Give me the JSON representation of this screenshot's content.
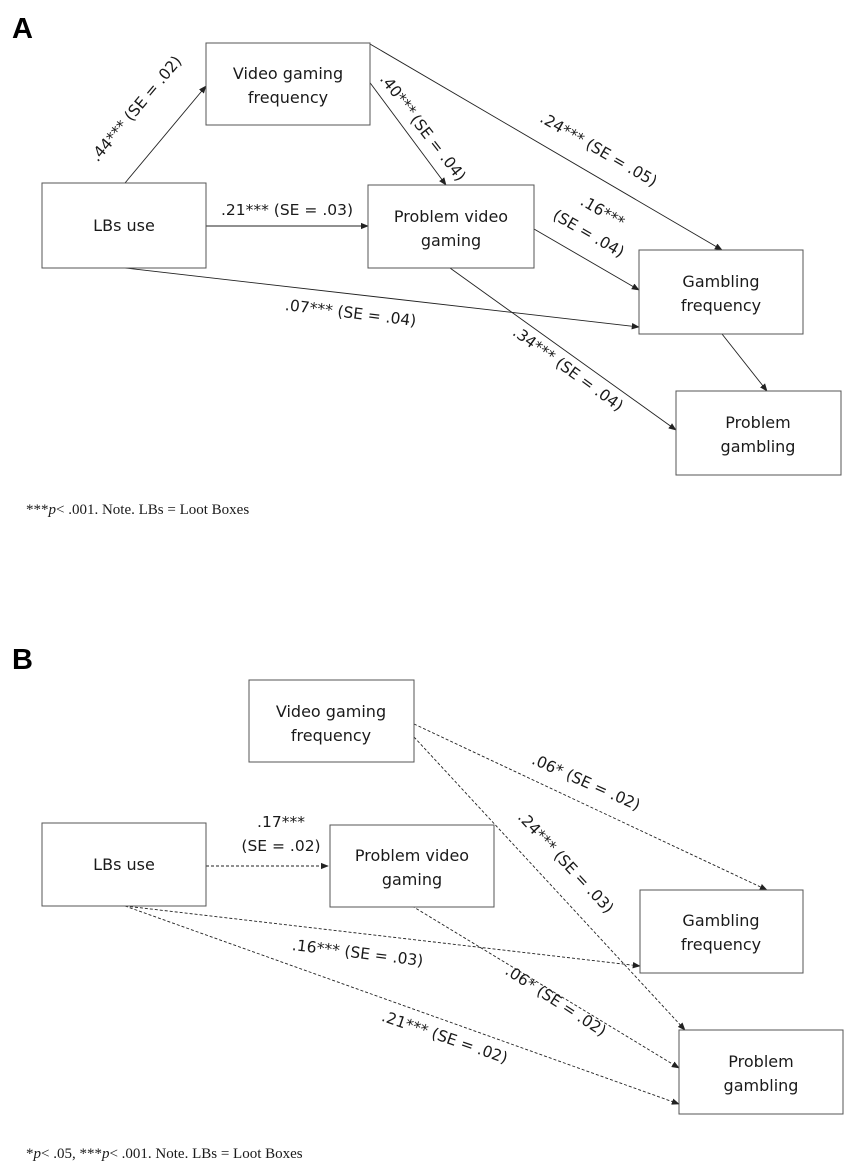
{
  "panel_a": {
    "letter": "A",
    "nodes": {
      "vgf": [
        "Video gaming",
        "frequency"
      ],
      "lbs": [
        "LBs use"
      ],
      "pvg": [
        "Problem video",
        "gaming"
      ],
      "gf": [
        "Gambling",
        "frequency"
      ],
      "pg": [
        "Problem",
        "gambling"
      ]
    },
    "edges": {
      "lbs_vgf": ".44*** (SE = .02)",
      "lbs_pvg": ".21*** (SE = .03)",
      "vgf_pvg_1": ".40***",
      "vgf_pvg_2": "(SE = .04)",
      "vgf_gf": ".24*** (SE = .05)",
      "pvg_gf_1": ".16***",
      "pvg_gf_2": "(SE = .04)",
      "lbs_gf": ".07*** (SE = .04)",
      "pvg_pg": ".34*** (SE = .04)"
    },
    "note_sig": "***",
    "note_p": "p",
    "note_rest": "< .001. Note. LBs = Loot Boxes"
  },
  "panel_b": {
    "letter": "B",
    "nodes": {
      "vgf": [
        "Video gaming",
        "frequency"
      ],
      "lbs": [
        "LBs use"
      ],
      "pvg": [
        "Problem video",
        "gaming"
      ],
      "gf": [
        "Gambling",
        "frequency"
      ],
      "pg": [
        "Problem",
        "gambling"
      ]
    },
    "edges": {
      "lbs_pvg_1": ".17***",
      "lbs_pvg_2": "(SE = .02)",
      "vgf_gf": ".06* (SE = .02)",
      "vgf_pg": ".24*** (SE = .03)",
      "lbs_gf": ".16*** (SE = .03)",
      "pvg_pg": ".06* (SE = .02)",
      "lbs_pg": ".21*** (SE = .02)"
    },
    "note_s1": "*",
    "note_p1": "p",
    "note_mid": "< .05, ***",
    "note_p2": "p",
    "note_rest": "< .001. Note. LBs = Loot Boxes"
  }
}
